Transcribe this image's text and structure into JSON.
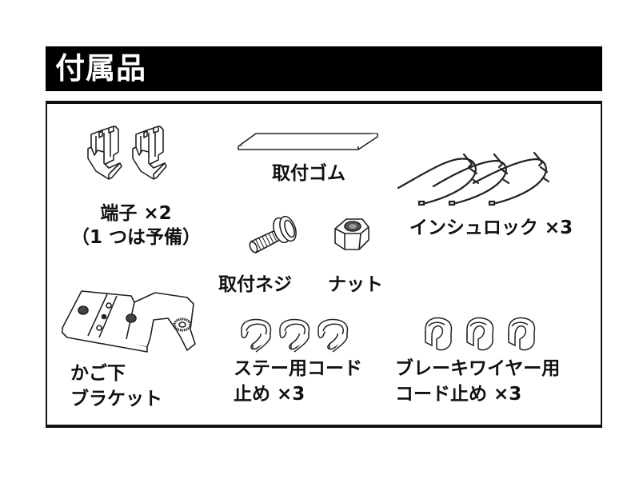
{
  "header": {
    "title": "付属品"
  },
  "items": [
    {
      "id": "terminal",
      "lines": [
        "端子 ×2",
        "（1 つは予備）"
      ],
      "icon": "terminal-connector-icon",
      "quantity": 2
    },
    {
      "id": "mounting-rubber",
      "lines": [
        "取付ゴム"
      ],
      "icon": "rubber-strip-icon"
    },
    {
      "id": "cable-tie",
      "lines": [
        "インシュロック ×3"
      ],
      "icon": "cable-tie-icon",
      "quantity": 3
    },
    {
      "id": "mounting-screw",
      "lines": [
        "取付ネジ"
      ],
      "icon": "screw-icon"
    },
    {
      "id": "nut",
      "lines": [
        "ナット"
      ],
      "icon": "hex-nut-icon"
    },
    {
      "id": "basket-bracket",
      "lines": [
        "かご下",
        "ブラケット"
      ],
      "icon": "bracket-icon"
    },
    {
      "id": "stay-cord-clip",
      "lines": [
        "ステー用コード",
        "止め ×3"
      ],
      "icon": "cord-clip-icon",
      "quantity": 3
    },
    {
      "id": "brake-wire-cord-clip",
      "lines": [
        "ブレーキワイヤー用",
        "コード止め ×3"
      ],
      "icon": "cord-clip-icon",
      "quantity": 3
    }
  ],
  "colors": {
    "ink": "#111111",
    "header_bg": "#000000",
    "header_text": "#ffffff",
    "background": "#ffffff"
  }
}
